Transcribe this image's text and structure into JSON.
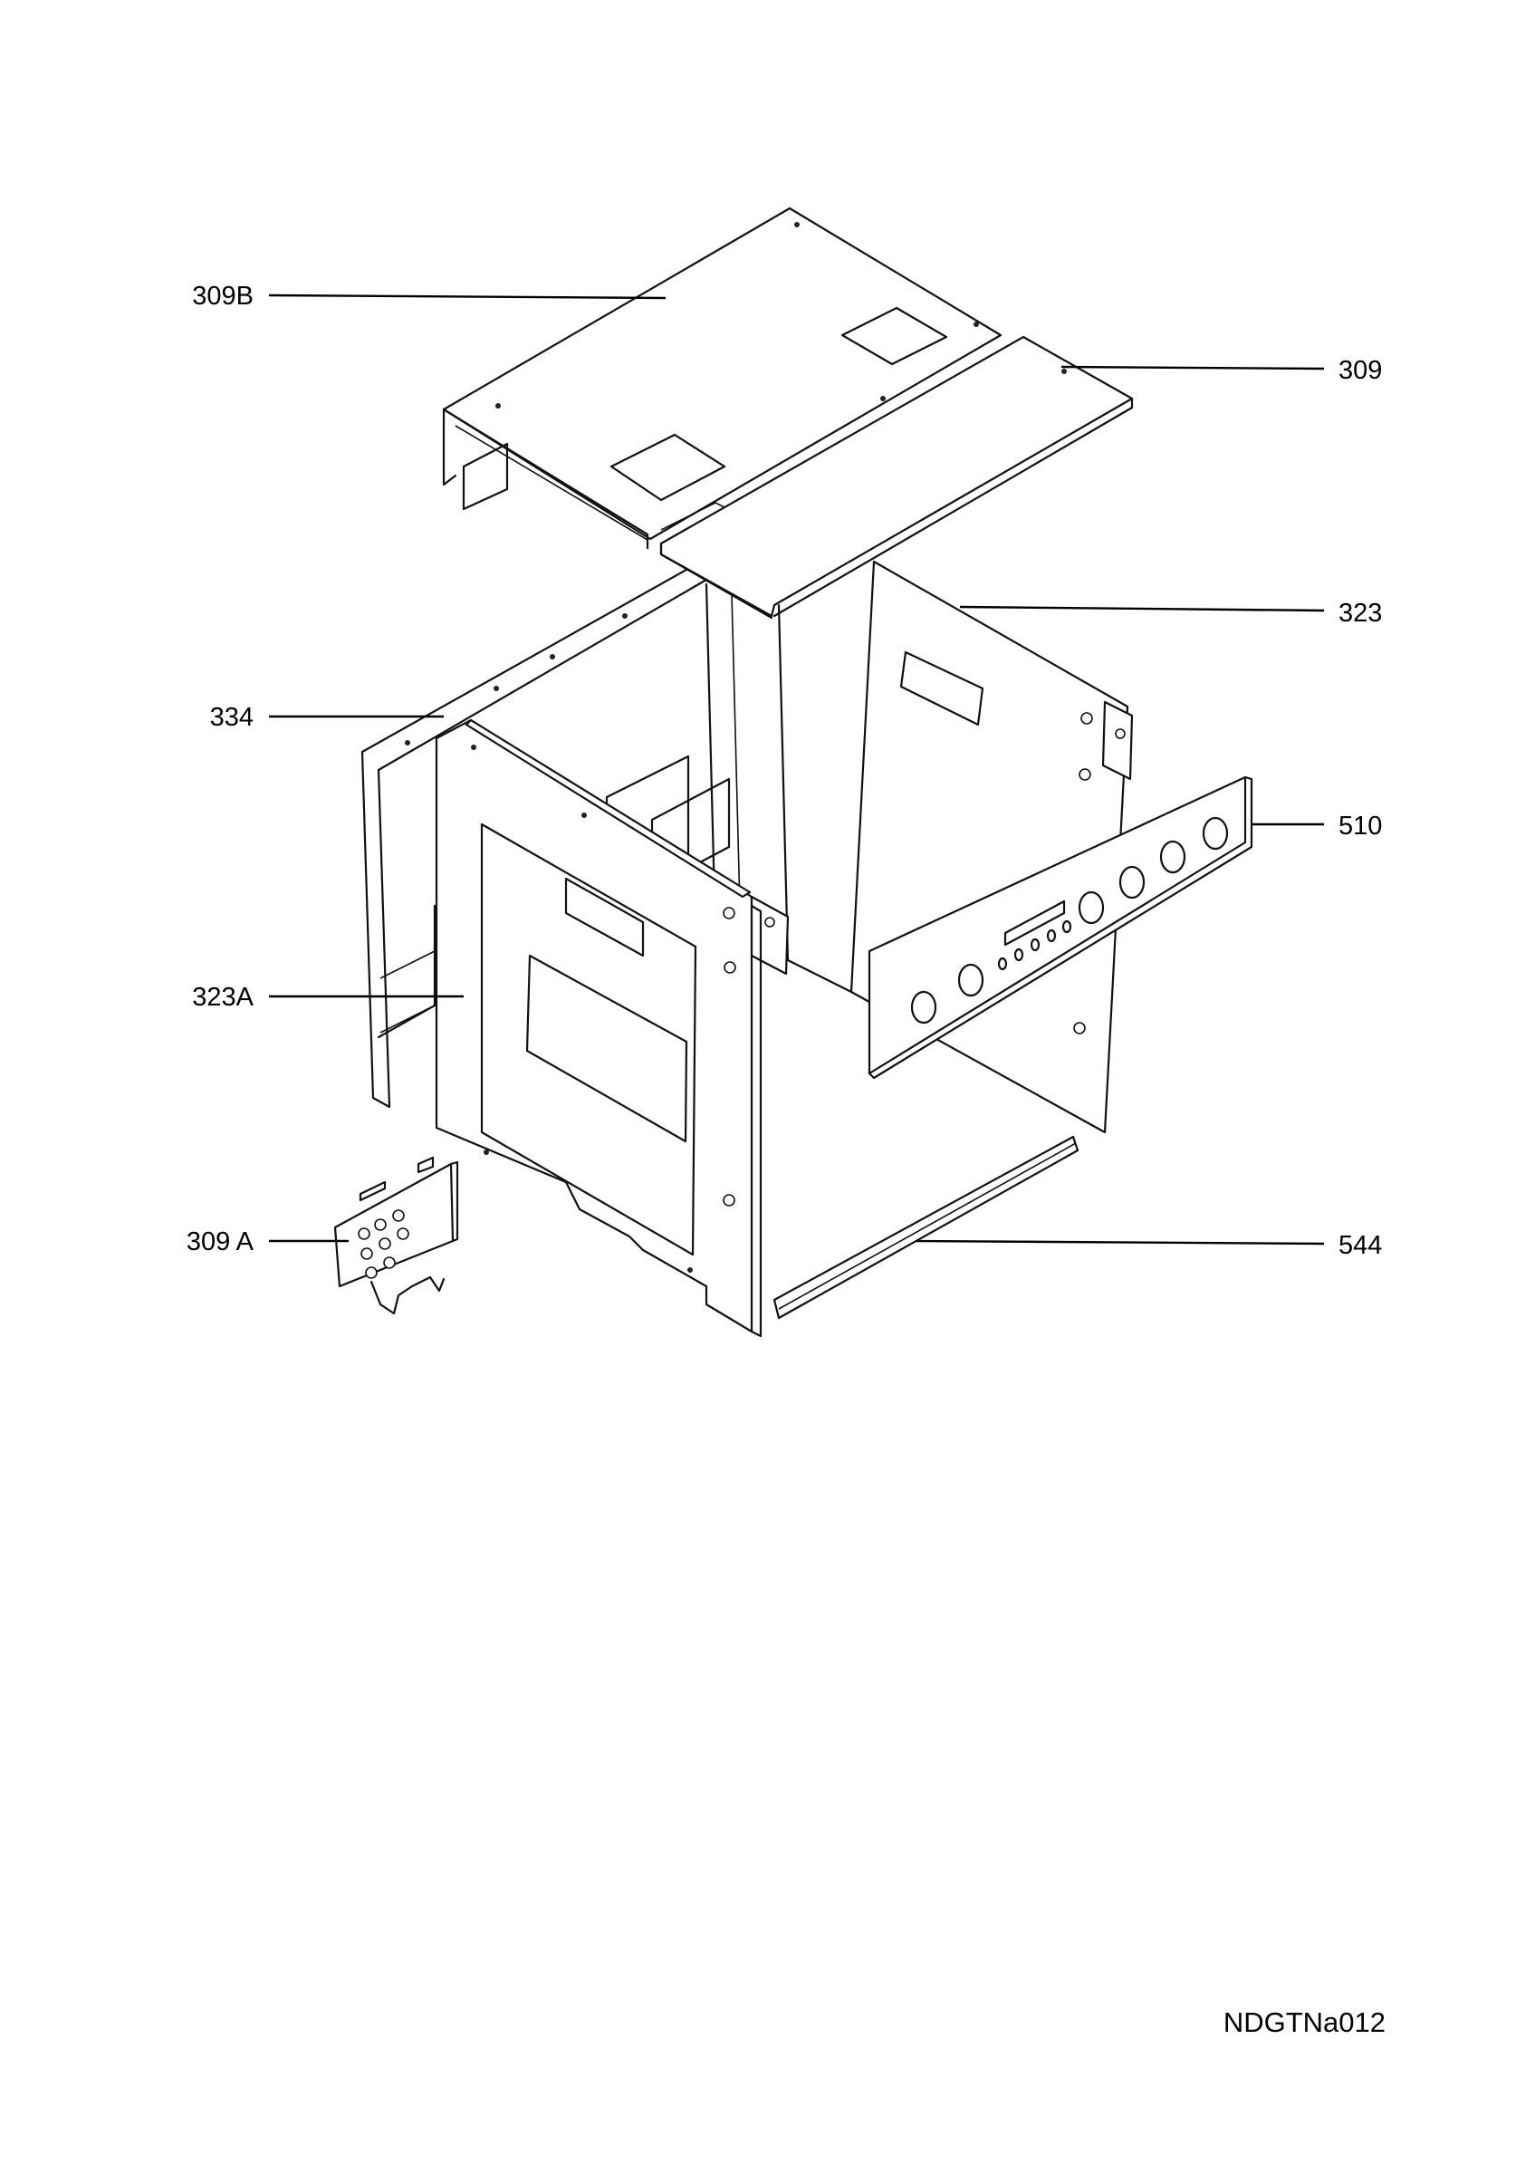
{
  "callouts": [
    {
      "id": "309B",
      "label": "309B"
    },
    {
      "id": "309",
      "label": "309"
    },
    {
      "id": "323",
      "label": "323"
    },
    {
      "id": "334",
      "label": "334"
    },
    {
      "id": "510",
      "label": "510"
    },
    {
      "id": "323A",
      "label": "323A"
    },
    {
      "id": "309A",
      "label": "309 A"
    },
    {
      "id": "544",
      "label": "544"
    }
  ],
  "drawing_ref": "NDGTNa012"
}
